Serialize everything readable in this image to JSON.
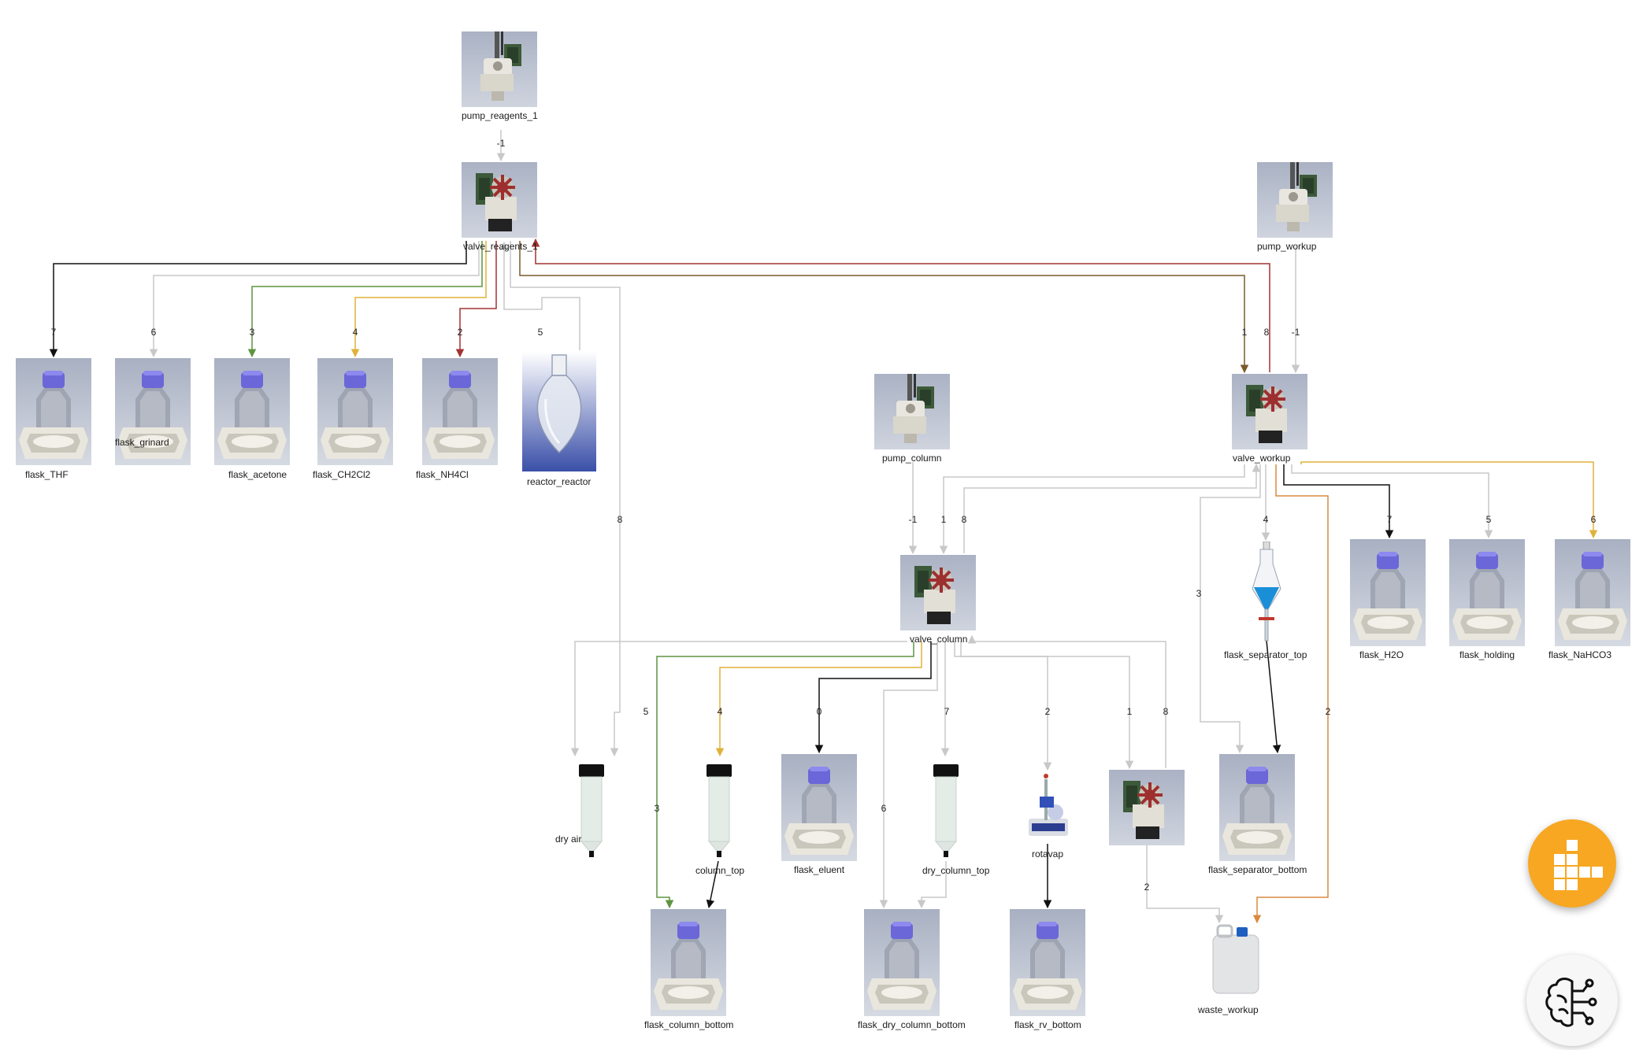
{
  "nodes": [
    {
      "id": "pump_reagents_1",
      "label": "pump_reagents_1",
      "kind": "pump"
    },
    {
      "id": "valve_reagents_1",
      "label": "valve_reagents_1",
      "kind": "valve"
    },
    {
      "id": "pump_workup",
      "label": "pump_workup",
      "kind": "pump"
    },
    {
      "id": "flask_THF",
      "label": "flask_THF",
      "kind": "flask"
    },
    {
      "id": "flask_grinard",
      "label": "flask_grinard",
      "kind": "flask"
    },
    {
      "id": "flask_acetone",
      "label": "flask_acetone",
      "kind": "flask"
    },
    {
      "id": "flask_CH2Cl2",
      "label": "flask_CH2Cl2",
      "kind": "flask"
    },
    {
      "id": "flask_NH4Cl",
      "label": "flask_NH4Cl",
      "kind": "flask"
    },
    {
      "id": "reactor_reactor",
      "label": "reactor_reactor",
      "kind": "reactor"
    },
    {
      "id": "pump_column",
      "label": "pump_column",
      "kind": "pump"
    },
    {
      "id": "valve_workup",
      "label": "valve_workup",
      "kind": "valve"
    },
    {
      "id": "valve_column",
      "label": "valve_column",
      "kind": "valve"
    },
    {
      "id": "flask_separator_top",
      "label": "flask_separator_top",
      "kind": "separator"
    },
    {
      "id": "flask_H2O",
      "label": "flask_H2O",
      "kind": "flask"
    },
    {
      "id": "flask_holding",
      "label": "flask_holding",
      "kind": "flask"
    },
    {
      "id": "flask_NaHCO3",
      "label": "flask_NaHCO3",
      "kind": "flask"
    },
    {
      "id": "dry_air",
      "label": "dry air",
      "kind": "cartridge"
    },
    {
      "id": "column_top",
      "label": "column_top",
      "kind": "cartridge"
    },
    {
      "id": "flask_eluent",
      "label": "flask_eluent",
      "kind": "flask"
    },
    {
      "id": "dry_column_top",
      "label": "dry_column_top",
      "kind": "cartridge"
    },
    {
      "id": "rotavap",
      "label": "rotavap",
      "kind": "rotavap"
    },
    {
      "id": "valve_rv",
      "label": "",
      "kind": "valve"
    },
    {
      "id": "flask_separator_bottom",
      "label": "flask_separator_bottom",
      "kind": "flask"
    },
    {
      "id": "flask_column_bottom",
      "label": "flask_column_bottom",
      "kind": "flask"
    },
    {
      "id": "flask_dry_column_bottom",
      "label": "flask_dry_column_bottom",
      "kind": "flask"
    },
    {
      "id": "flask_rv_bottom",
      "label": "flask_rv_bottom",
      "kind": "flask"
    },
    {
      "id": "waste_workup",
      "label": "waste_workup",
      "kind": "waste"
    }
  ],
  "edges": [
    {
      "from": "pump_reagents_1",
      "to": "valve_reagents_1",
      "label": "-1",
      "color": "#c8c8c8"
    },
    {
      "from": "valve_reagents_1",
      "to": "flask_THF",
      "label": "7",
      "color": "#111111"
    },
    {
      "from": "valve_reagents_1",
      "to": "flask_grinard",
      "label": "6",
      "color": "#c8c8c8"
    },
    {
      "from": "valve_reagents_1",
      "to": "flask_acetone",
      "label": "3",
      "color": "#5e9440"
    },
    {
      "from": "valve_reagents_1",
      "to": "flask_CH2Cl2",
      "label": "4",
      "color": "#e0b23a"
    },
    {
      "from": "valve_reagents_1",
      "to": "flask_NH4Cl",
      "label": "2",
      "color": "#a33232"
    },
    {
      "from": "valve_reagents_1",
      "to": "reactor_reactor",
      "label": "5",
      "color": "#c8c8c8"
    },
    {
      "from": "valve_reagents_1",
      "to": "dry_air",
      "label": "8",
      "color": "#c8c8c8"
    },
    {
      "from": "valve_reagents_1",
      "to": "valve_workup",
      "label": "1",
      "color": "#7a5a2a"
    },
    {
      "from": "valve_workup",
      "to": "valve_reagents_1",
      "label": "8",
      "color": "#a33232"
    },
    {
      "from": "pump_workup",
      "to": "valve_workup",
      "label": "-1",
      "color": "#c8c8c8"
    },
    {
      "from": "pump_column",
      "to": "valve_column",
      "label": "-1",
      "color": "#c8c8c8"
    },
    {
      "from": "valve_workup",
      "to": "valve_column",
      "label": "1",
      "color": "#c8c8c8"
    },
    {
      "from": "valve_column",
      "to": "valve_workup",
      "label": "8",
      "color": "#c8c8c8"
    },
    {
      "from": "valve_workup",
      "to": "flask_separator_top",
      "label": "4",
      "color": "#c8c8c8"
    },
    {
      "from": "valve_workup",
      "to": "flask_H2O",
      "label": "7",
      "color": "#111111"
    },
    {
      "from": "valve_workup",
      "to": "flask_holding",
      "label": "5",
      "color": "#c8c8c8"
    },
    {
      "from": "valve_workup",
      "to": "flask_NaHCO3",
      "label": "6",
      "color": "#e0b23a"
    },
    {
      "from": "valve_workup",
      "to": "flask_separator_bottom",
      "label": "3",
      "color": "#c8c8c8"
    },
    {
      "from": "valve_workup",
      "to": "waste_workup",
      "label": "2",
      "color": "#d98a40"
    },
    {
      "from": "flask_separator_top",
      "to": "flask_separator_bottom",
      "label": "",
      "color": "#111111"
    },
    {
      "from": "valve_column",
      "to": "dry_air",
      "label": "5",
      "color": "#c8c8c8"
    },
    {
      "from": "valve_column",
      "to": "column_top",
      "label": "4",
      "color": "#e0b23a"
    },
    {
      "from": "valve_column",
      "to": "flask_eluent",
      "label": "0",
      "color": "#111111"
    },
    {
      "from": "valve_column",
      "to": "dry_column_top",
      "label": "7",
      "color": "#c8c8c8"
    },
    {
      "from": "valve_column",
      "to": "rotavap",
      "label": "2",
      "color": "#c8c8c8"
    },
    {
      "from": "valve_column",
      "to": "valve_rv",
      "label": "1",
      "color": "#c8c8c8"
    },
    {
      "from": "valve_rv",
      "to": "valve_column",
      "label": "8",
      "color": "#c8c8c8"
    },
    {
      "from": "valve_column",
      "to": "flask_column_bottom",
      "label": "3",
      "color": "#5e9440"
    },
    {
      "from": "valve_column",
      "to": "flask_dry_column_bottom",
      "label": "6",
      "color": "#c8c8c8"
    },
    {
      "from": "column_top",
      "to": "flask_column_bottom",
      "label": "",
      "color": "#111111"
    },
    {
      "from": "dry_column_top",
      "to": "flask_dry_column_bottom",
      "label": "",
      "color": "#c8c8c8"
    },
    {
      "from": "rotavap",
      "to": "flask_rv_bottom",
      "label": "",
      "color": "#111111"
    },
    {
      "from": "valve_rv",
      "to": "waste_workup",
      "label": "2",
      "color": "#c8c8c8"
    }
  ],
  "toolbar": {
    "graph_button_icon": "grid-graph-icon",
    "brain_button_icon": "brain-network-icon",
    "accent_color": "#f7a722"
  }
}
